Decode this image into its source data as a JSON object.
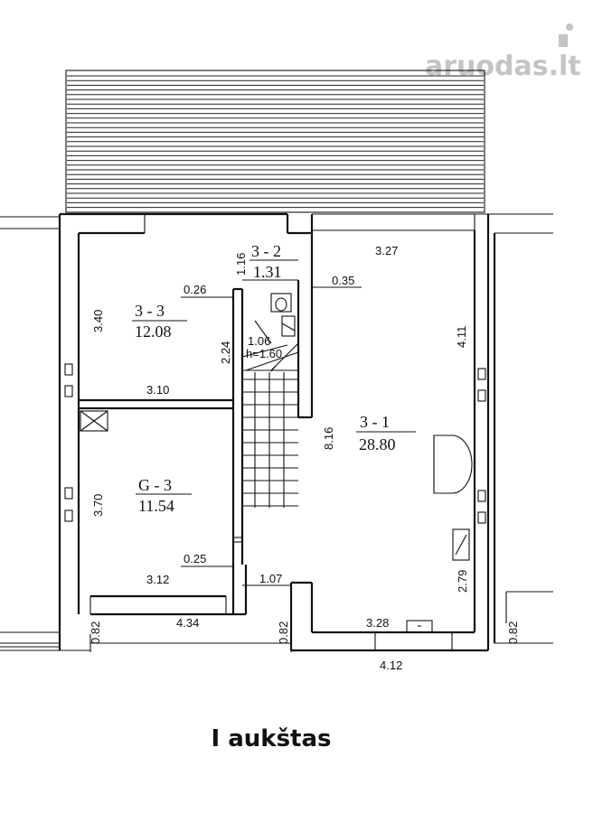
{
  "watermark": "aruodas.lt",
  "floor_title": "I aukštas",
  "rooms": [
    {
      "id": "3 - 3",
      "area": "12.08"
    },
    {
      "id": "G - 3",
      "area": "11.54"
    },
    {
      "id": "3 - 2",
      "area": "1.31"
    },
    {
      "id": "3 - 1",
      "area": "28.80"
    }
  ],
  "dimensions": {
    "d_3_40": "3.40",
    "d_3_10": "3.10",
    "d_0_26": "0.26",
    "d_2_24": "2.24",
    "d_1_16": "1.16",
    "d_0_35": "0.35",
    "d_3_27": "3.27",
    "d_4_11": "4.11",
    "d_1_06": "1.06",
    "d_h_1_60": "h=1.60",
    "d_8_16": "8.16",
    "d_3_70": "3.70",
    "d_0_25": "0.25",
    "d_3_12": "3.12",
    "d_1_07": "1.07",
    "d_2_79": "2.79",
    "d_4_34": "4.34",
    "d_0_82_left": "0.82",
    "d_0_82_mid": "0.82",
    "d_0_82_right": "0.82",
    "d_3_28": "3.28",
    "d_4_12": "4.12"
  }
}
